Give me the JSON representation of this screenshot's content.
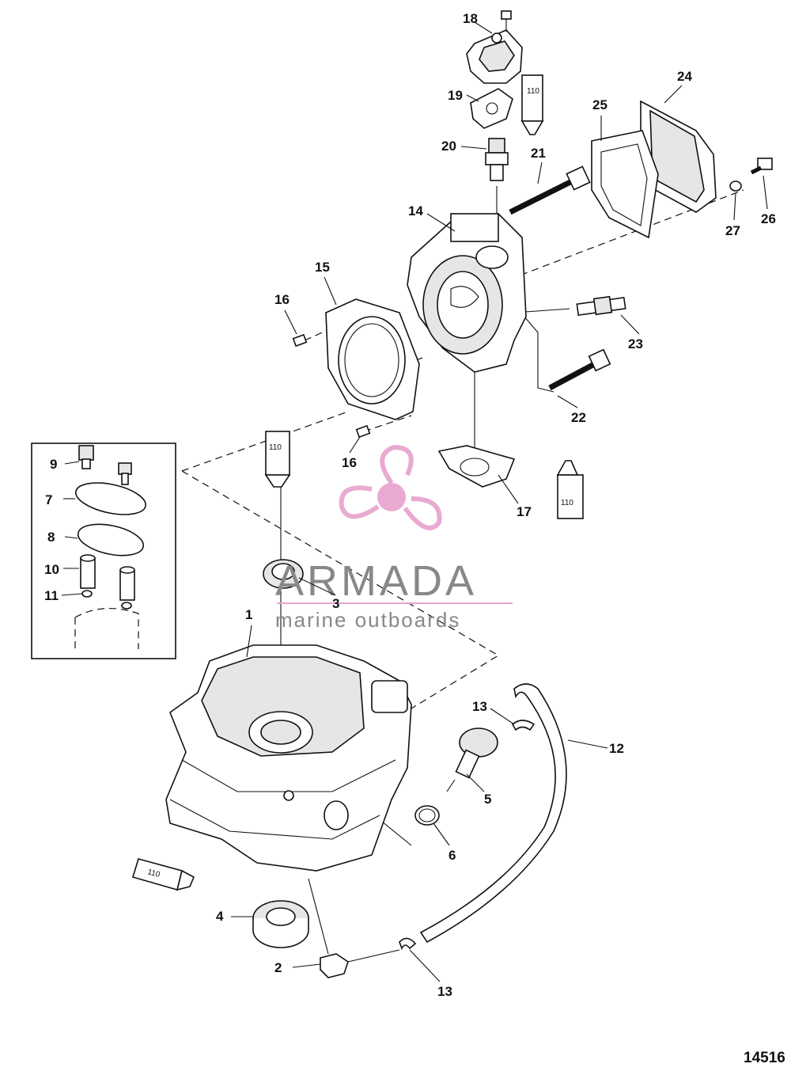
{
  "diagram": {
    "figure_number": "14516",
    "sealant_label": "110",
    "callouts": [
      "1",
      "2",
      "3",
      "4",
      "5",
      "6",
      "7",
      "8",
      "9",
      "10",
      "11",
      "12",
      "13",
      "13",
      "14",
      "15",
      "16",
      "16",
      "17",
      "18",
      "19",
      "20",
      "21",
      "22",
      "23",
      "24",
      "25",
      "26",
      "27"
    ]
  },
  "watermark": {
    "brand": "ARMADA",
    "tagline": "marine outboards",
    "accent_color": "#e8a6cf"
  }
}
